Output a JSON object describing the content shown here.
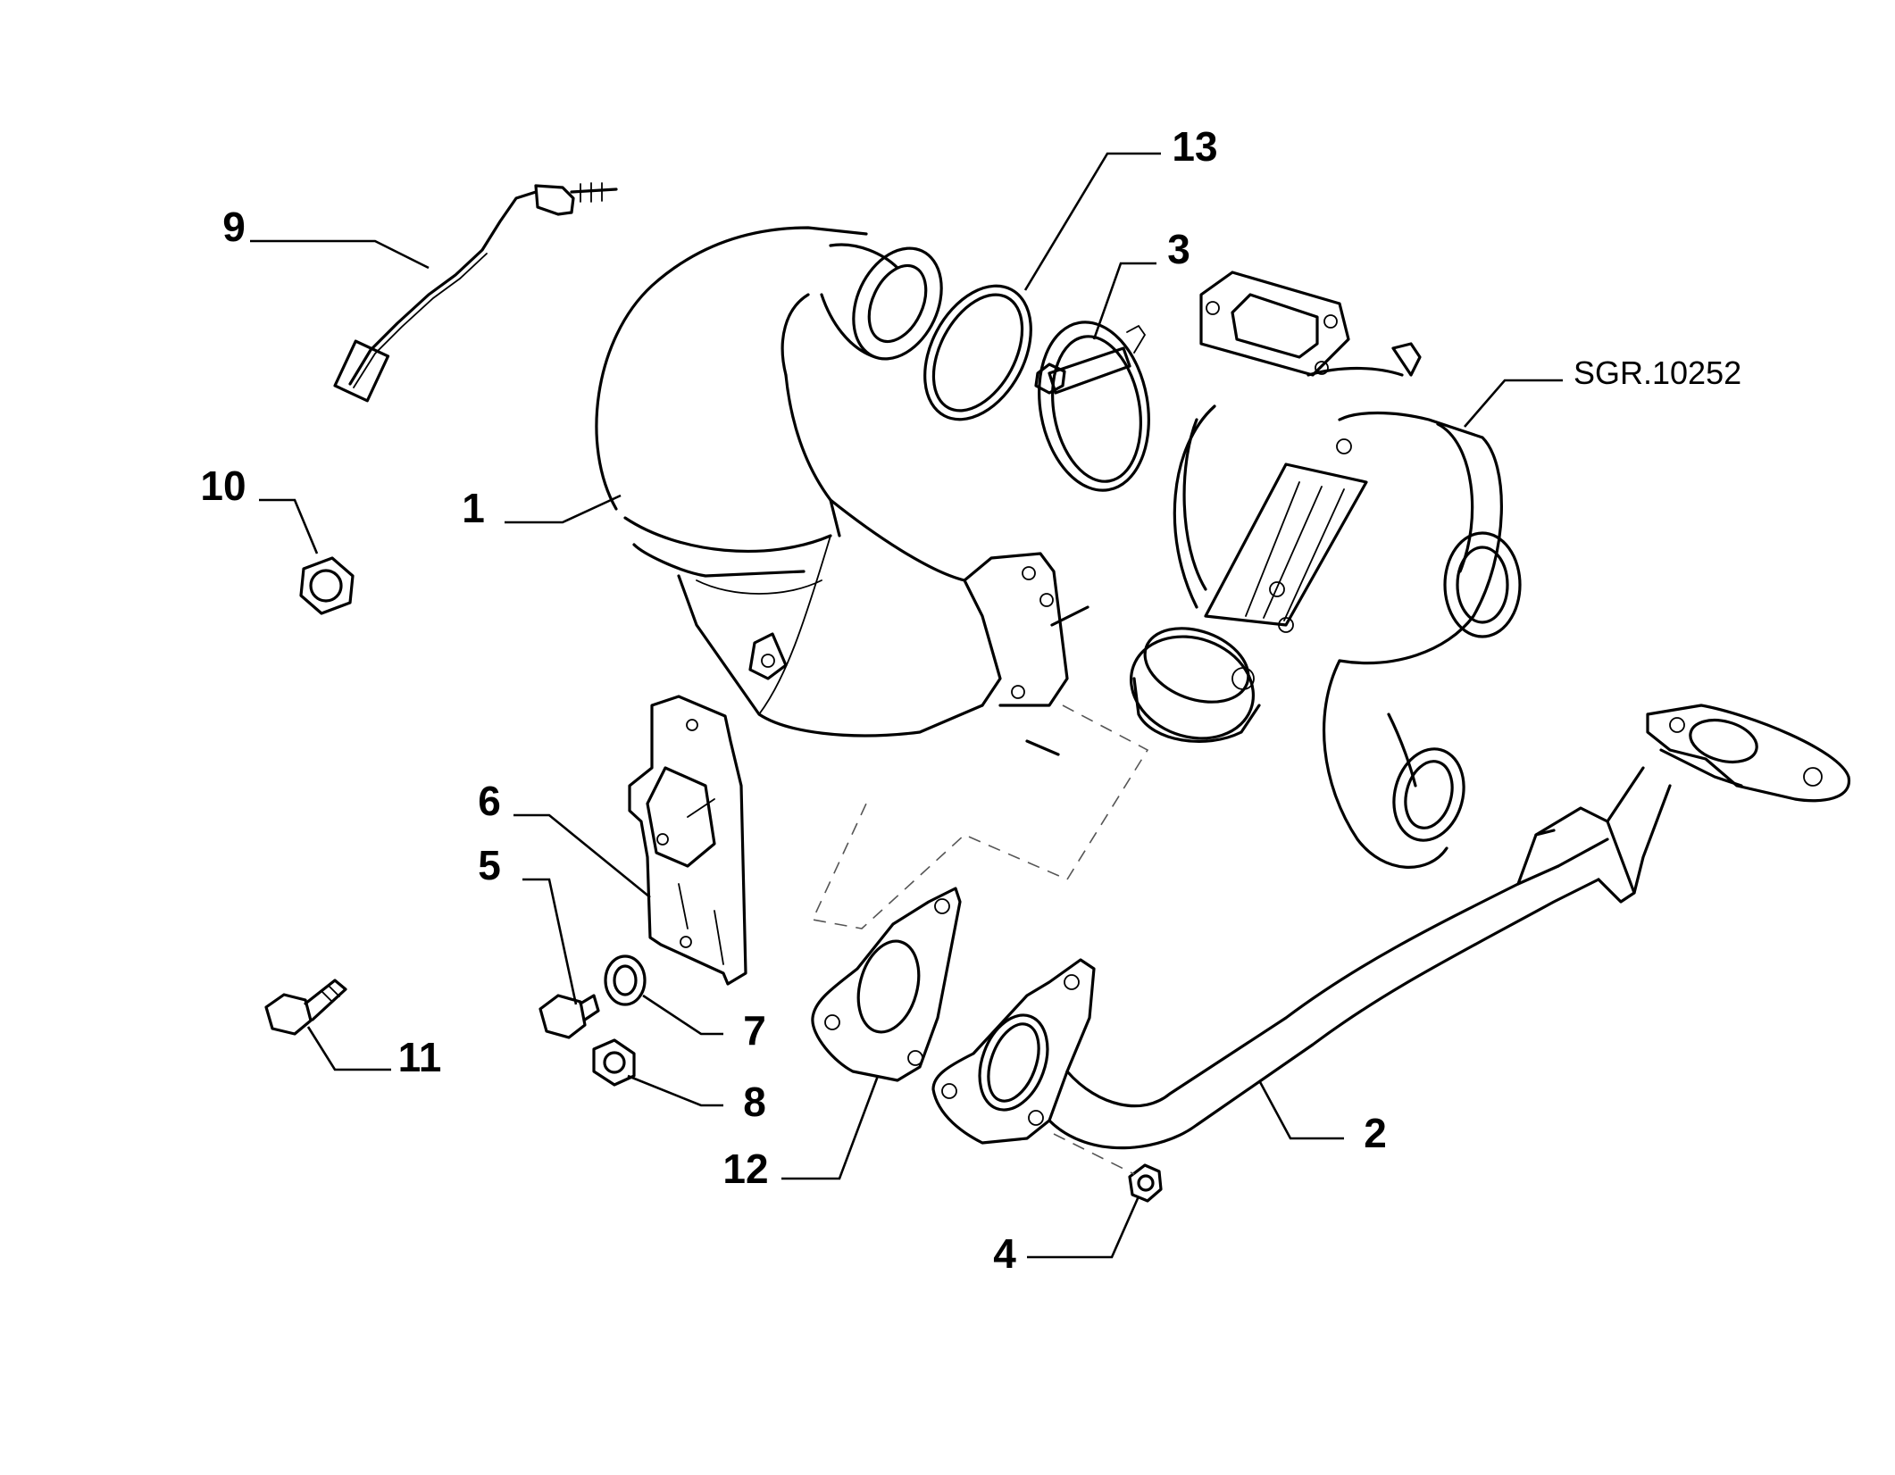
{
  "drawing_reference": "SGR.10252",
  "callouts": [
    {
      "id": "c1",
      "label": "1",
      "part": "catalytic-converter"
    },
    {
      "id": "c2",
      "label": "2",
      "part": "front-exhaust-pipe"
    },
    {
      "id": "c3",
      "label": "3",
      "part": "v-band-clamp"
    },
    {
      "id": "c4",
      "label": "4",
      "part": "flange-nut"
    },
    {
      "id": "c5",
      "label": "5",
      "part": "bracket-screw"
    },
    {
      "id": "c6",
      "label": "6",
      "part": "support-bracket"
    },
    {
      "id": "c7",
      "label": "7",
      "part": "washer"
    },
    {
      "id": "c8",
      "label": "8",
      "part": "nut"
    },
    {
      "id": "c9",
      "label": "9",
      "part": "lambda-sensor"
    },
    {
      "id": "c10",
      "label": "10",
      "part": "hex-nut"
    },
    {
      "id": "c11",
      "label": "11",
      "part": "hex-bolt"
    },
    {
      "id": "c12",
      "label": "12",
      "part": "flange-gasket"
    },
    {
      "id": "c13",
      "label": "13",
      "part": "sealing-ring"
    }
  ],
  "colors": {
    "line": "#000000",
    "background": "#ffffff"
  }
}
